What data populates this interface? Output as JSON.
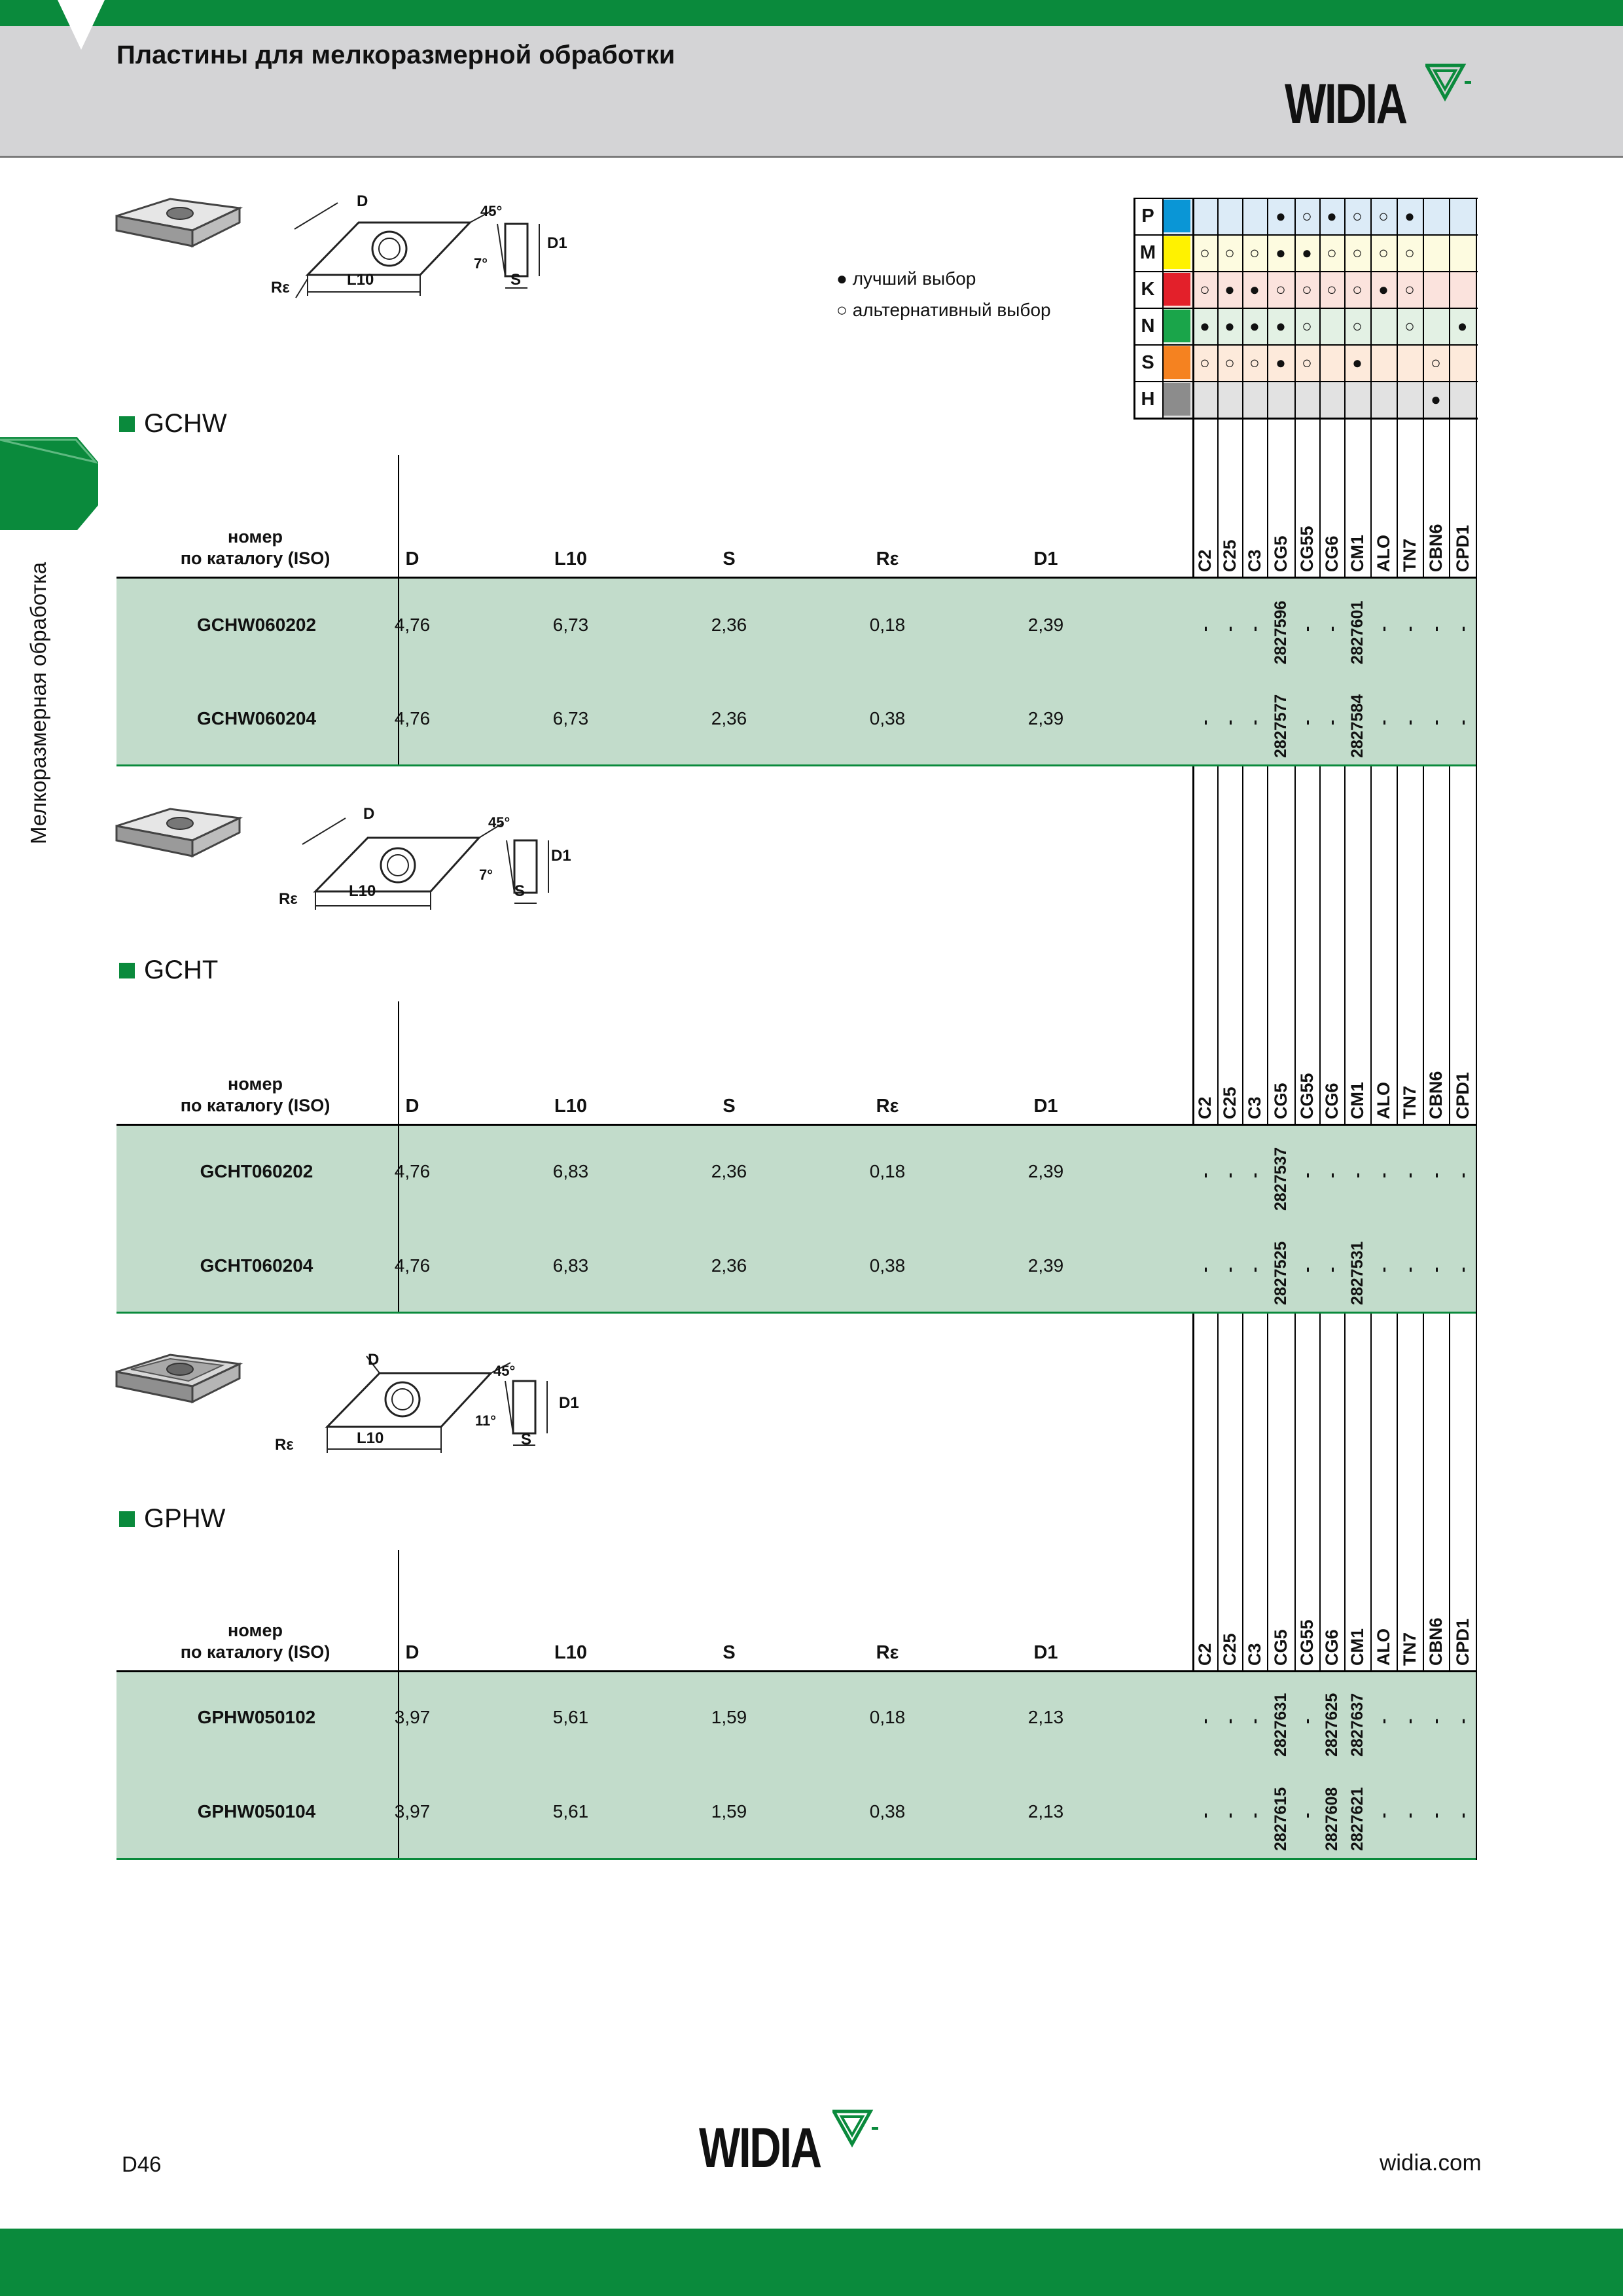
{
  "header": {
    "title": "Пластины для мелкоразмерной обработки",
    "brand": "WIDIA"
  },
  "sidebar_label": "Мелкоразмерная обработка",
  "legend": {
    "best": "лучший выбор",
    "alternative": "альтернативный выбор"
  },
  "diagram_labels": {
    "d": "D",
    "l10": "L10",
    "s": "S",
    "d1": "D1",
    "re": "Rε",
    "angle": "45°",
    "clearance_7": "7°",
    "clearance_11": "11°"
  },
  "materials": {
    "groups": [
      "P",
      "M",
      "K",
      "N",
      "S",
      "H"
    ],
    "group_colors": [
      "#0a96d6",
      "#fff200",
      "#e3202a",
      "#1aa54a",
      "#f58220",
      "#8c8c8c"
    ],
    "row_tints": [
      "#dcebf7",
      "#fdfbe0",
      "#fbe3dd",
      "#e3f1e4",
      "#fdeadb",
      "#e2e2e2"
    ],
    "grid": [
      [
        "",
        "",
        "",
        "●",
        "○",
        "●",
        "○",
        "○",
        "●",
        "",
        ""
      ],
      [
        "○",
        "○",
        "○",
        "●",
        "●",
        "○",
        "○",
        "○",
        "○",
        "",
        ""
      ],
      [
        "○",
        "●",
        "●",
        "○",
        "○",
        "○",
        "○",
        "●",
        "○",
        "",
        ""
      ],
      [
        "●",
        "●",
        "●",
        "●",
        "○",
        "",
        "○",
        "",
        "○",
        "",
        "●"
      ],
      [
        "○",
        "○",
        "○",
        "●",
        "○",
        "",
        "●",
        "",
        "",
        "○",
        ""
      ],
      [
        "",
        "",
        "",
        "",
        "",
        "",
        "",
        "",
        "",
        "●",
        ""
      ]
    ]
  },
  "grades": [
    "C2",
    "C25",
    "C3",
    "CG5",
    "CG55",
    "CG6",
    "CM1",
    "ALO",
    "TN7",
    "CBN6",
    "CPD1"
  ],
  "table_headers": {
    "iso_line1": "номер",
    "iso_line2": "по каталогу (ISO)",
    "d": "D",
    "l10": "L10",
    "s": "S",
    "re": "Rε",
    "d1": "D1"
  },
  "sections": [
    {
      "name": "GCHW",
      "rows": [
        {
          "code": "GCHW060202",
          "d": "4,76",
          "l10": "6,73",
          "s": "2,36",
          "re": "0,18",
          "d1": "2,39",
          "grades": [
            "-",
            "-",
            "-",
            "2827596",
            "-",
            "-",
            "2827601",
            "-",
            "-",
            "-",
            "-"
          ]
        },
        {
          "code": "GCHW060204",
          "d": "4,76",
          "l10": "6,73",
          "s": "2,36",
          "re": "0,38",
          "d1": "2,39",
          "grades": [
            "-",
            "-",
            "-",
            "2827577",
            "-",
            "-",
            "2827584",
            "-",
            "-",
            "-",
            "-"
          ]
        }
      ]
    },
    {
      "name": "GCHT",
      "rows": [
        {
          "code": "GCHT060202",
          "d": "4,76",
          "l10": "6,83",
          "s": "2,36",
          "re": "0,18",
          "d1": "2,39",
          "grades": [
            "-",
            "-",
            "-",
            "2827537",
            "-",
            "-",
            "-",
            "-",
            "-",
            "-",
            "-"
          ]
        },
        {
          "code": "GCHT060204",
          "d": "4,76",
          "l10": "6,83",
          "s": "2,36",
          "re": "0,38",
          "d1": "2,39",
          "grades": [
            "-",
            "-",
            "-",
            "2827525",
            "-",
            "-",
            "2827531",
            "-",
            "-",
            "-",
            "-"
          ]
        }
      ]
    },
    {
      "name": "GPHW",
      "rows": [
        {
          "code": "GPHW050102",
          "d": "3,97",
          "l10": "5,61",
          "s": "1,59",
          "re": "0,18",
          "d1": "2,13",
          "grades": [
            "-",
            "-",
            "-",
            "2827631",
            "-",
            "2827625",
            "2827637",
            "-",
            "-",
            "-",
            "-"
          ]
        },
        {
          "code": "GPHW050104",
          "d": "3,97",
          "l10": "5,61",
          "s": "1,59",
          "re": "0,38",
          "d1": "2,13",
          "grades": [
            "-",
            "-",
            "-",
            "2827615",
            "-",
            "2827608",
            "2827621",
            "-",
            "-",
            "-",
            "-"
          ]
        }
      ]
    }
  ],
  "footer": {
    "page": "D46",
    "url": "widia.com"
  }
}
